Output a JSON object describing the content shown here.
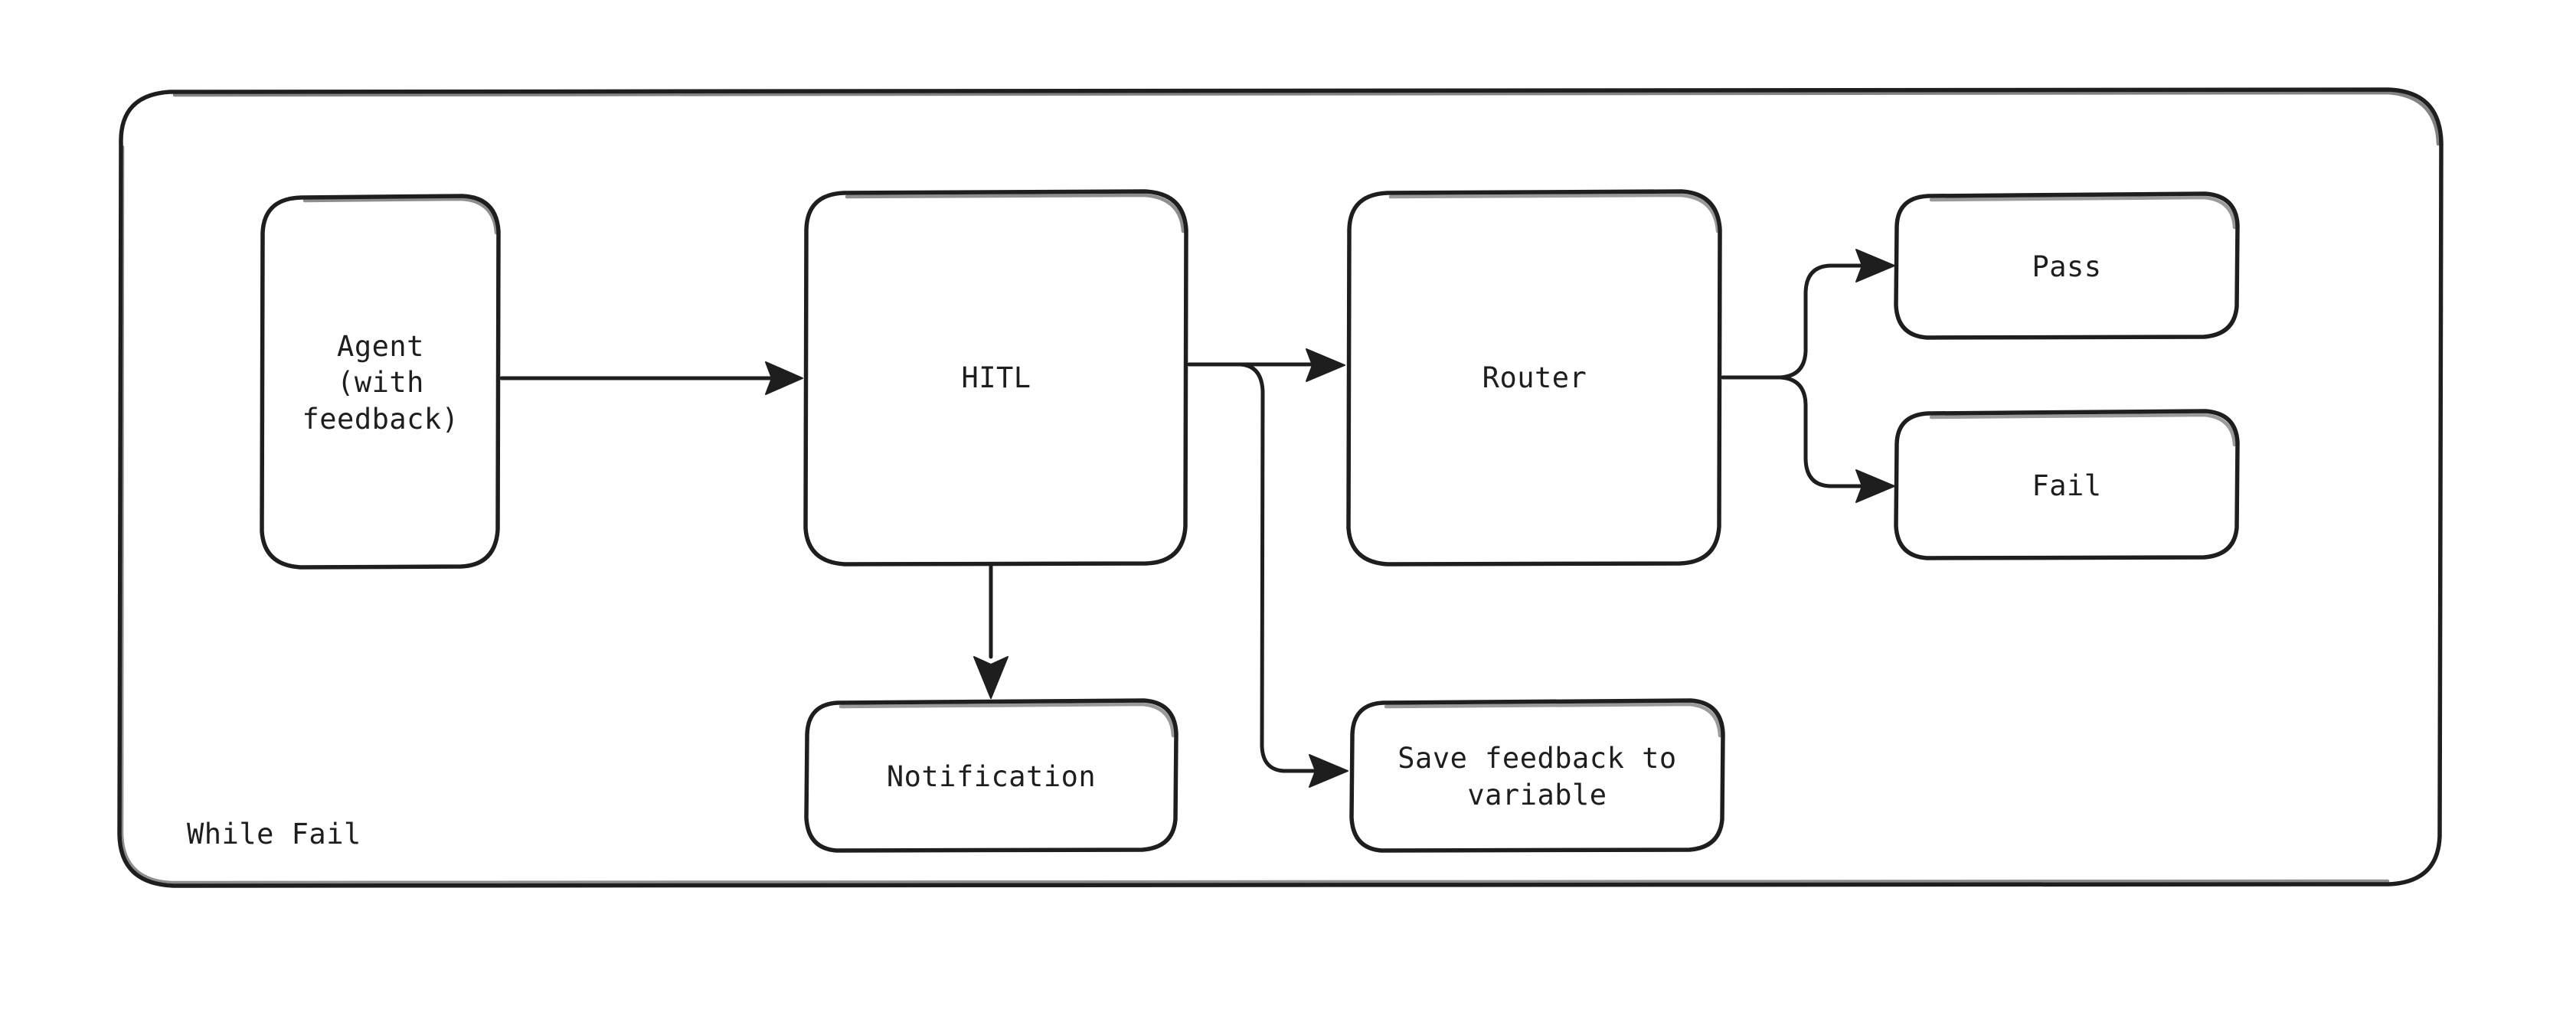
{
  "diagram": {
    "type": "flowchart",
    "style": "hand-drawn",
    "background_color": "#ffffff",
    "stroke_color": "#1e1e1e",
    "group": {
      "label": "While Fail",
      "shape": "rounded-rectangle"
    },
    "nodes": [
      {
        "id": "agent",
        "label": "Agent\n(with feedback)",
        "shape": "rounded-rectangle"
      },
      {
        "id": "hitl",
        "label": "HITL",
        "shape": "rounded-rectangle"
      },
      {
        "id": "router",
        "label": "Router",
        "shape": "rounded-rectangle"
      },
      {
        "id": "pass",
        "label": "Pass",
        "shape": "rounded-rectangle"
      },
      {
        "id": "fail",
        "label": "Fail",
        "shape": "rounded-rectangle"
      },
      {
        "id": "notification",
        "label": "Notification",
        "shape": "rounded-rectangle"
      },
      {
        "id": "save-feedback",
        "label": "Save feedback to\nvariable",
        "shape": "rounded-rectangle"
      }
    ],
    "edges": [
      {
        "from": "agent",
        "to": "hitl",
        "label": "",
        "arrow": "single"
      },
      {
        "from": "hitl",
        "to": "router",
        "label": "",
        "arrow": "single"
      },
      {
        "from": "hitl",
        "to": "notification",
        "label": "",
        "arrow": "single"
      },
      {
        "from": "hitl",
        "to": "save-feedback",
        "label": "",
        "arrow": "single"
      },
      {
        "from": "router",
        "to": "pass",
        "label": "",
        "arrow": "single"
      },
      {
        "from": "router",
        "to": "fail",
        "label": "",
        "arrow": "single"
      }
    ]
  }
}
